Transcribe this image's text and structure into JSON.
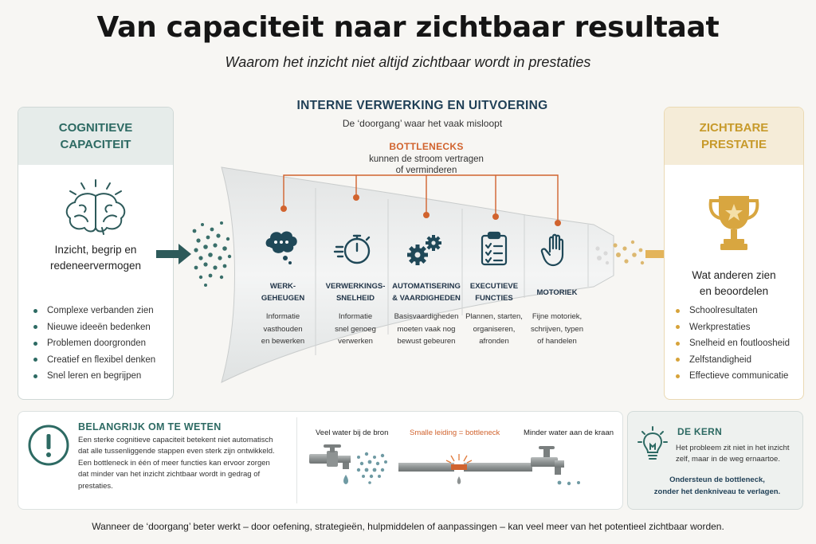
{
  "header": {
    "title": "Van capaciteit naar zichtbaar resultaat",
    "subtitle": "Waarom het inzicht niet altijd zichtbaar wordt in prestaties"
  },
  "left": {
    "heading": "COGNITIEVE CAPACITEIT",
    "desc_line1": "Inzicht, begrip en",
    "desc_line2": "redeneervermogen",
    "bullets": [
      "Complexe verbanden zien",
      "Nieuwe ideeën bedenken",
      "Problemen doorgronden",
      "Creatief en flexibel denken",
      "Snel leren en begrijpen"
    ],
    "bullet_color": "#2d6a63"
  },
  "middle": {
    "title": "INTERNE VERWERKING EN UITVOERING",
    "subtitle": "De ‘doorgang’ waar het vaak misloopt",
    "bottleneck_title": "BOTTLENECKS",
    "bottleneck_desc_line1": "kunnen de stroom vertragen",
    "bottleneck_desc_line2": "of verminderen",
    "stages": [
      {
        "icon": "thought-bubble-icon",
        "name1": "WERK-",
        "name2": "GEHEUGEN",
        "desc1": "Informatie",
        "desc2": "vasthouden",
        "desc3": "en bewerken"
      },
      {
        "icon": "stopwatch-icon",
        "name1": "VERWERKINGS-",
        "name2": "SNELHEID",
        "desc1": "Informatie",
        "desc2": "snel genoeg",
        "desc3": "verwerken"
      },
      {
        "icon": "gears-icon",
        "name1": "AUTOMATISERING",
        "name2": "& VAARDIGHEDEN",
        "desc1": "Basisvaardigheden",
        "desc2": "moeten vaak nog",
        "desc3": "bewust gebeuren"
      },
      {
        "icon": "checklist-icon",
        "name1": "EXECUTIEVE",
        "name2": "FUNCTIES",
        "desc1": "Plannen, starten,",
        "desc2": "organiseren,",
        "desc3": "afronden"
      },
      {
        "icon": "hand-icon",
        "name1": "MOTORIEK",
        "name2": "",
        "desc1": "Fijne motoriek,",
        "desc2": "schrijven, typen",
        "desc3": "of handelen"
      }
    ]
  },
  "right": {
    "heading": "ZICHTBARE PRESTATIE",
    "desc_line1": "Wat anderen zien",
    "desc_line2": "en beoordelen",
    "bullets": [
      "Schoolresultaten",
      "Werkprestaties",
      "Snelheid en foutloosheid",
      "Zelfstandigheid",
      "Effectieve communicatie"
    ],
    "bullet_color": "#d7a33a"
  },
  "info": {
    "title": "BELANGRIJK OM TE WETEN",
    "lines": [
      "Een sterke cognitieve capaciteit betekent niet automatisch",
      "dat alle tussenliggende stappen even sterk zijn ontwikkeld.",
      "Een bottleneck in één of meer functies kan ervoor zorgen",
      "dat minder van het inzicht zichtbaar wordt in gedrag of",
      "prestaties."
    ],
    "pipe_source": "Veel water bij de bron",
    "pipe_bottleneck": "Smalle leiding = bottleneck",
    "pipe_tap": "Minder water aan de kraan"
  },
  "kern": {
    "title": "DE KERN",
    "text_line1": "Het probleem zit niet in het inzicht",
    "text_line2": "zelf, maar in de weg ernaartoe.",
    "strong_line1": "Ondersteun de bottleneck,",
    "strong_line2": "zonder het denkniveau te verlagen."
  },
  "footer": {
    "text": "Wanneer de ‘doorgang’ beter werkt – door oefening, strategieën, hulpmiddelen of aanpassingen – kan veel meer van het potentieel zichtbaar worden."
  },
  "colors": {
    "teal": "#2d6a63",
    "gold": "#d7a33a",
    "orange": "#d1632e",
    "navy": "#1f3f56"
  }
}
